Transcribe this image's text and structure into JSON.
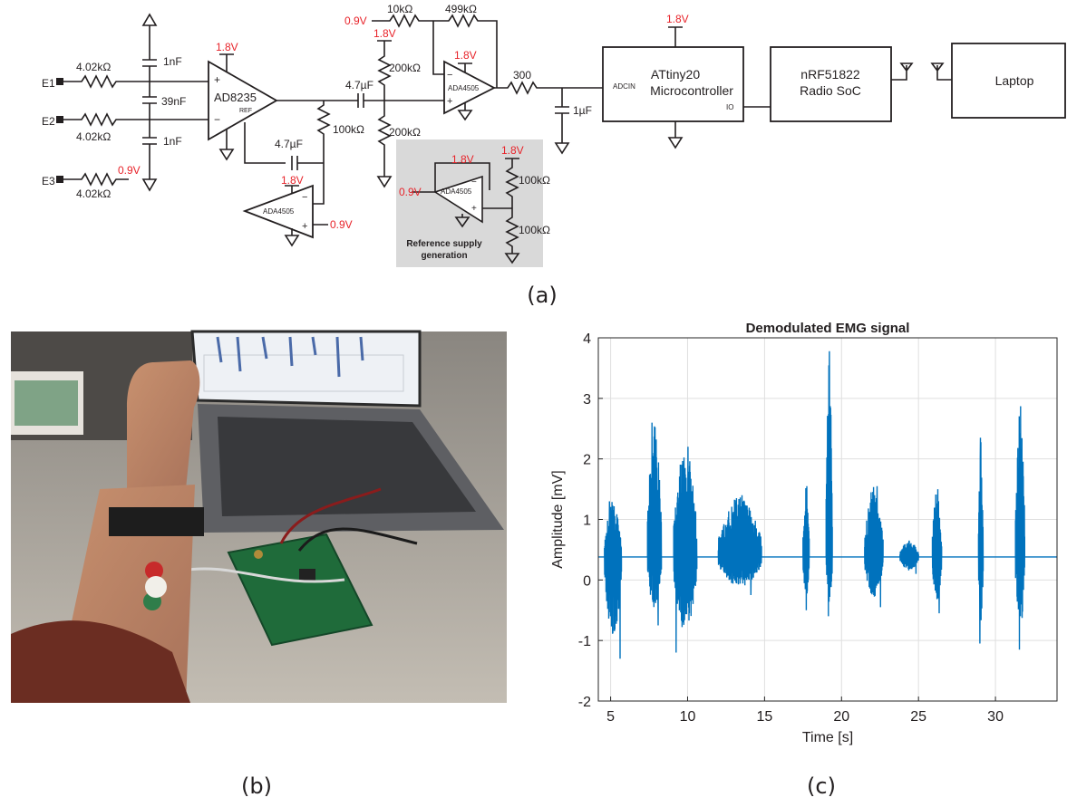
{
  "panel_a": {
    "caption": "(a)",
    "electrodes": {
      "e1": "E1",
      "e2": "E2",
      "e3": "E3"
    },
    "resistors": {
      "r_in1": "4.02kΩ",
      "r_in2": "4.02kΩ",
      "r_in3": "4.02kΩ",
      "r_fb": "10kΩ",
      "r_fb2": "499kΩ",
      "r_div_top": "200kΩ",
      "r_div_bot": "200kΩ",
      "r_ref_fb": "100kΩ",
      "r_out": "300",
      "r_ref_top": "100kΩ",
      "r_ref_bot": "100kΩ"
    },
    "capacitors": {
      "c1": "1nF",
      "c2": "39nF",
      "c3": "1nF",
      "c_couple": "4.7µF",
      "c_fb": "4.7µF",
      "c_out": "1µF"
    },
    "chips": {
      "inamp": "AD8235",
      "inamp_ref": "REF",
      "opamp": "ADA4505",
      "opamp_integrator": "ADA4505",
      "opamp_ref": "ADA4505"
    },
    "supplies": {
      "v18": "1.8V",
      "v09": "0.9V"
    },
    "pins": {
      "plus": "+",
      "minus": "−"
    },
    "blocks": {
      "mcu_pin_in": "ADCIN",
      "mcu_line1": "ATtiny20",
      "mcu_line2": "Microcontroller",
      "mcu_pin_io": "IO",
      "radio_line1": "nRF51822",
      "radio_line2": "Radio SoC",
      "laptop": "Laptop"
    },
    "ref_box": {
      "line1": "Reference supply",
      "line2": "generation"
    }
  },
  "panel_b": {
    "caption": "(b)"
  },
  "panel_c": {
    "caption": "(c)"
  },
  "colors": {
    "signal": "#0072bd",
    "supply_text": "#e8232a",
    "ref_box_bg": "#d9d9d9"
  },
  "chart_data": {
    "type": "line",
    "title": "Demodulated EMG signal",
    "xlabel": "Time [s]",
    "ylabel": "Amplitude [mV]",
    "xlim": [
      4.2,
      34
    ],
    "ylim": [
      -2,
      4
    ],
    "xticks": [
      5,
      10,
      15,
      20,
      25,
      30
    ],
    "yticks": [
      -2,
      -1,
      0,
      1,
      2,
      3,
      4
    ],
    "grid": true,
    "baseline": 0.38,
    "series": [
      {
        "bursts": [
          {
            "start": 4.6,
            "end": 5.7,
            "max": 1.3,
            "min": -1.3
          },
          {
            "start": 7.4,
            "end": 8.3,
            "max": 2.6,
            "min": -0.75
          },
          {
            "start": 9.1,
            "end": 10.6,
            "max": 2.2,
            "min": -1.2
          },
          {
            "start": 12.0,
            "end": 14.8,
            "max": 1.4,
            "min": -0.25
          },
          {
            "start": 17.5,
            "end": 17.9,
            "max": 1.55,
            "min": -0.5
          },
          {
            "start": 19.0,
            "end": 19.4,
            "max": 3.78,
            "min": -0.6
          },
          {
            "start": 21.5,
            "end": 22.7,
            "max": 1.55,
            "min": -0.45
          },
          {
            "start": 23.8,
            "end": 25.0,
            "max": 0.65,
            "min": 0.1
          },
          {
            "start": 25.9,
            "end": 26.5,
            "max": 1.5,
            "min": -0.55
          },
          {
            "start": 28.9,
            "end": 29.2,
            "max": 2.35,
            "min": -1.05
          },
          {
            "start": 31.3,
            "end": 31.9,
            "max": 2.87,
            "min": -1.15
          }
        ]
      }
    ]
  }
}
